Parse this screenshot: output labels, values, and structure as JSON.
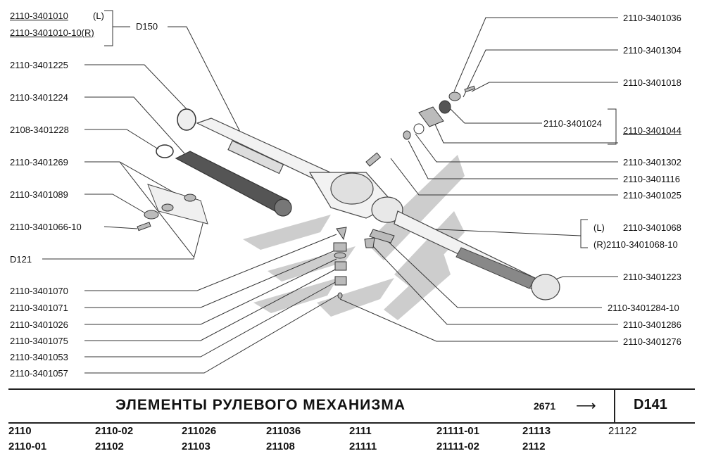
{
  "labels_left": [
    {
      "id": "l1a",
      "text": "2110-3401010"
    },
    {
      "id": "l1b",
      "text": "(L)"
    },
    {
      "id": "l2a",
      "text": "2110-3401010-10(R)"
    },
    {
      "id": "d150",
      "text": "D150"
    },
    {
      "id": "l3",
      "text": "2110-3401225"
    },
    {
      "id": "l4",
      "text": "2110-3401224"
    },
    {
      "id": "l5",
      "text": "2108-3401228"
    },
    {
      "id": "l6",
      "text": "2110-3401269"
    },
    {
      "id": "l7",
      "text": "2110-3401089"
    },
    {
      "id": "l8",
      "text": "2110-3401066-10"
    },
    {
      "id": "d121",
      "text": "D121"
    },
    {
      "id": "l9",
      "text": "2110-3401070"
    },
    {
      "id": "l10",
      "text": "2110-3401071"
    },
    {
      "id": "l11",
      "text": "2110-3401026"
    },
    {
      "id": "l12",
      "text": "2110-3401075"
    },
    {
      "id": "l13",
      "text": "2110-3401053"
    },
    {
      "id": "l14",
      "text": "2110-3401057"
    }
  ],
  "labels_right": [
    {
      "id": "r1",
      "text": "2110-3401036"
    },
    {
      "id": "r2",
      "text": "2110-3401304"
    },
    {
      "id": "r3",
      "text": "2110-3401018"
    },
    {
      "id": "r4",
      "text": "2110-3401024"
    },
    {
      "id": "r5",
      "text": "2110-3401044"
    },
    {
      "id": "r6",
      "text": "2110-3401302"
    },
    {
      "id": "r7",
      "text": "2110-3401116"
    },
    {
      "id": "r8",
      "text": "2110-3401025"
    },
    {
      "id": "r9a",
      "text": "(L)"
    },
    {
      "id": "r9b",
      "text": "2110-3401068"
    },
    {
      "id": "r10",
      "text": "(R)2110-3401068-10"
    },
    {
      "id": "r11",
      "text": "2110-3401223"
    },
    {
      "id": "r12",
      "text": "2110-3401284-10"
    },
    {
      "id": "r13",
      "text": "2110-3401286"
    },
    {
      "id": "r14",
      "text": "2110-3401276"
    }
  ],
  "title_bar": {
    "title": "ЭЛЕМЕНТЫ РУЛЕВОГО МЕХАНИЗМА",
    "ref": "2671",
    "arrow": "⟶",
    "code": "D141"
  },
  "models_row1": [
    "2110",
    "2110-02",
    "211026",
    "211036",
    "2111",
    "21111-01",
    "21113",
    "21122"
  ],
  "models_row2": [
    "2110-01",
    "21102",
    "21103",
    "21108",
    "21111",
    "21111-02",
    "2112"
  ],
  "colors": {
    "watermark": "#c9c9c9",
    "line": "#333333"
  }
}
